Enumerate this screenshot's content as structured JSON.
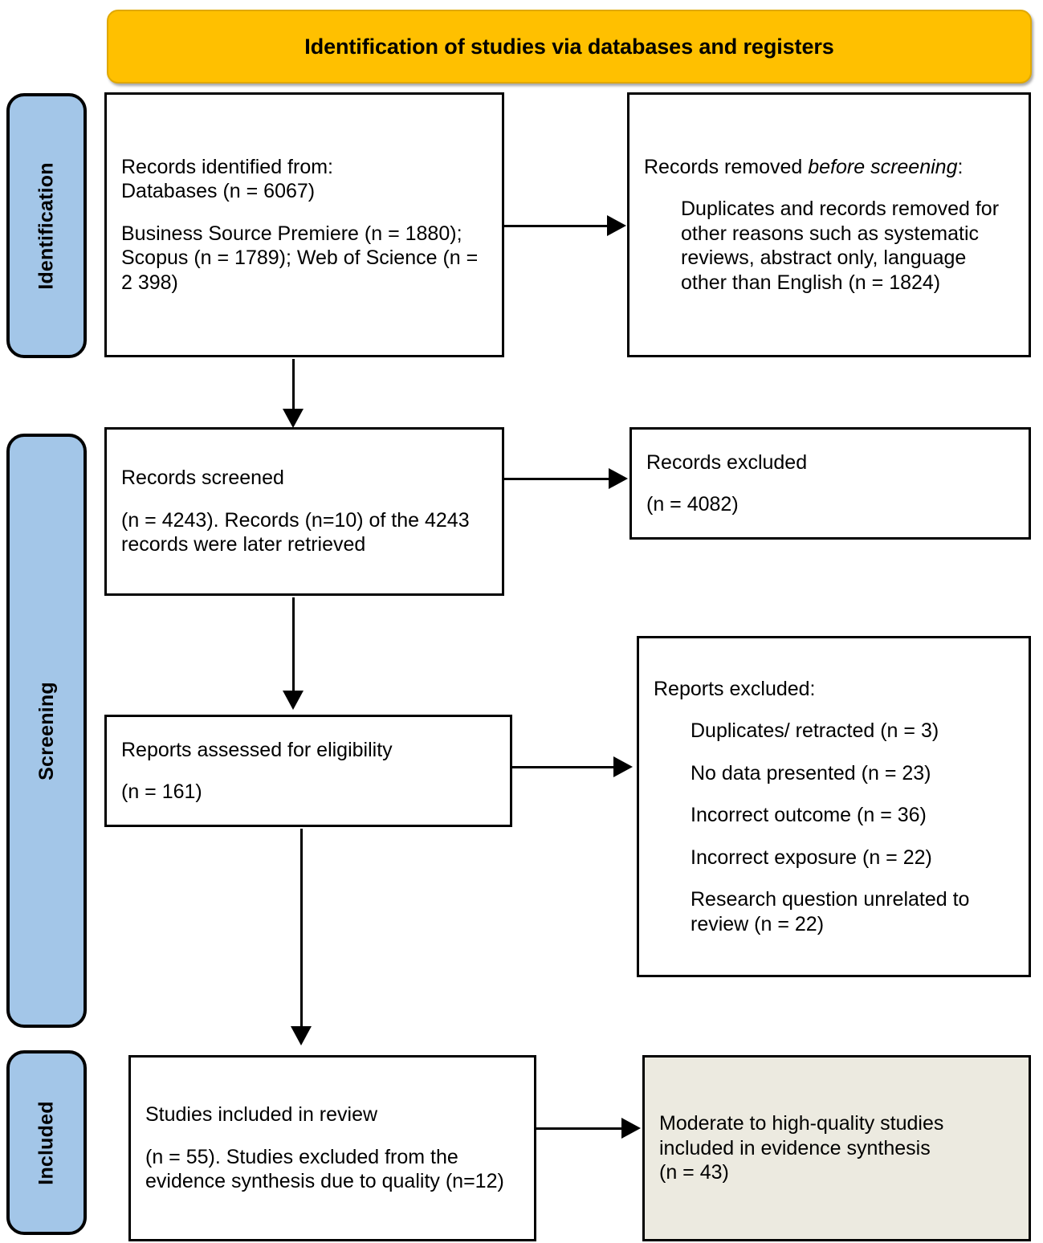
{
  "diagram": {
    "type": "prisma-flow-diagram",
    "header": {
      "title": "Identification of studies via databases and registers",
      "fill_color": "#FFC000"
    },
    "stages": [
      {
        "id": "identification",
        "label": "Identification",
        "fill_color": "#A3C6E8"
      },
      {
        "id": "screening",
        "label": "Screening",
        "fill_color": "#A3C6E8"
      },
      {
        "id": "included",
        "label": "Included",
        "fill_color": "#A3C6E8"
      }
    ],
    "boxes": {
      "records_identified": {
        "line1": "Records identified from:",
        "line2": "Databases (n = 6067)",
        "line3": "Business Source Premiere (n = 1880); Scopus (n = 1789); Web of Science (n = 2 398)"
      },
      "records_removed": {
        "line1_a": "Records removed ",
        "line1_b": "before screening",
        "line1_c": ":",
        "detail": "Duplicates and records removed for other reasons such as systematic reviews, abstract only, language other than English (n = 1824)"
      },
      "records_screened": {
        "line1": "Records screened",
        "line2": "(n = 4243). Records (n=10) of the 4243 records were later retrieved"
      },
      "records_excluded": {
        "line1": "Records excluded",
        "line2": "(n = 4082)"
      },
      "reports_assessed": {
        "line1": " Reports assessed for eligibility",
        "line2": "(n = 161)"
      },
      "reports_excluded": {
        "heading": "Reports excluded:",
        "items": [
          "Duplicates/ retracted (n = 3)",
          "No data presented (n = 23)",
          "Incorrect outcome (n = 36)",
          "Incorrect exposure (n = 22)",
          "Research question unrelated to review (n = 22)"
        ]
      },
      "studies_included": {
        "line1": "Studies included in review",
        "line2": "(n = 55). Studies excluded from the evidence synthesis due to quality (n=12)"
      },
      "moderate_high_quality": {
        "line1": "Moderate to high-quality studies included in evidence synthesis",
        "line2": "(n = 43)",
        "fill_color": "#ECEAE0"
      }
    }
  }
}
